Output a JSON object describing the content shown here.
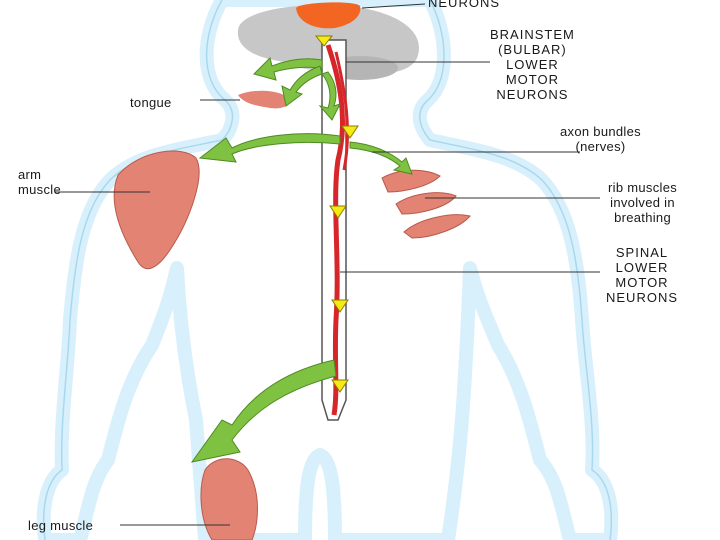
{
  "labels": {
    "upper_neurons": "NEURONS",
    "brainstem": "BRAINSTEM\n(BULBAR)\nLOWER\nMOTOR\nNEURONS",
    "tongue": "tongue",
    "axon_bundles": "axon bundles\n(nerves)",
    "arm_muscle": "arm\nmuscle",
    "rib_muscles": "rib muscles\ninvolved in\nbreathing",
    "spinal": "SPINAL\nLOWER\nMOTOR\nNEURONS",
    "leg_muscle": "leg muscle"
  },
  "colors": {
    "body_outline": "#d8f0fb",
    "brain_gray": "#c7c7c7",
    "upper_neuron": "#f26522",
    "spinal_red": "#d7262b",
    "muscle": "#e38374",
    "arrow_green": "#7fc242",
    "arrow_yellow": "#f5ea14"
  }
}
